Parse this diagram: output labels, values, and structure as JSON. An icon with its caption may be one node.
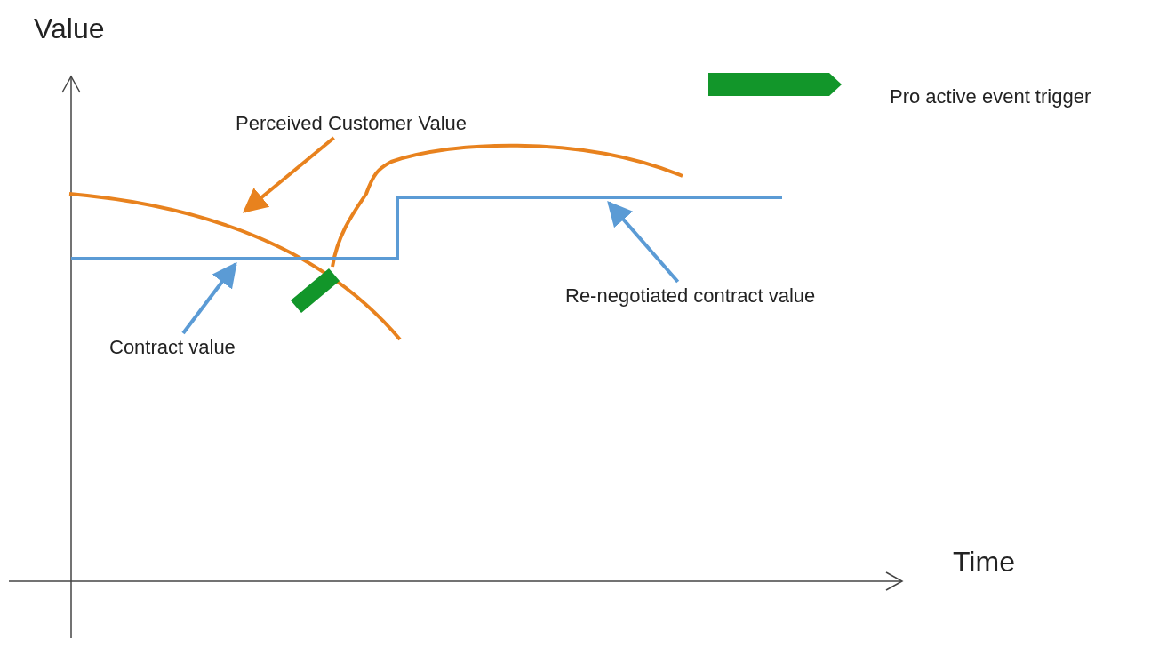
{
  "diagram": {
    "nodes": [
      {
        "text": [
          "Perceived Customer Value"
        ]
      },
      {
        "text": [
          "Contract value"
        ]
      },
      {
        "text": [
          "Re-negotiated contract value"
        ]
      },
      {
        "text": [],
        "shape": "curve"
      },
      {
        "text": [],
        "shape": "line"
      }
    ],
    "edges": [
      {
        "from": 0,
        "to": 3,
        "arrow": "to",
        "color": "#e8821e"
      },
      {
        "from": 1,
        "to": 4,
        "arrow": "to"
      },
      {
        "from": 2,
        "to": 4,
        "arrow": "to"
      }
    ],
    "labels": [
      "Value",
      "Time"
    ],
    "legend": [
      {
        "text": "Pro active event trigger",
        "color": "#12962a"
      }
    ]
  }
}
